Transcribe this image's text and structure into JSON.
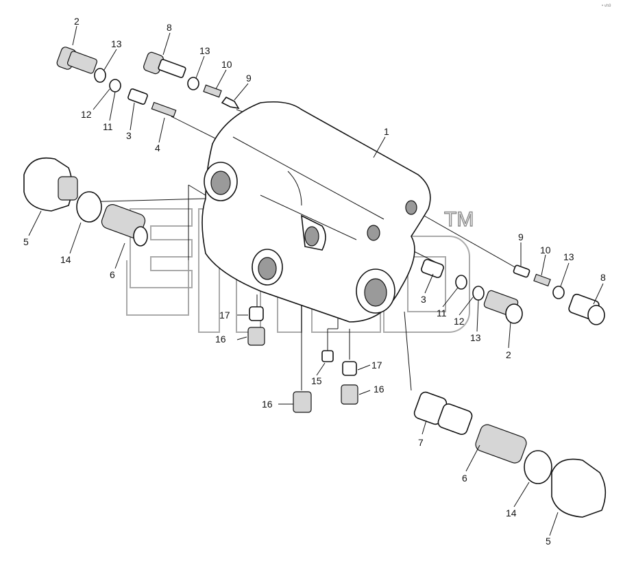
{
  "diagram": {
    "callouts": [
      {
        "id": "c1",
        "text": "1"
      },
      {
        "id": "c2a",
        "text": "2"
      },
      {
        "id": "c8a",
        "text": "8"
      },
      {
        "id": "c13a",
        "text": "13"
      },
      {
        "id": "c13b",
        "text": "13"
      },
      {
        "id": "c10a",
        "text": "10"
      },
      {
        "id": "c9a",
        "text": "9"
      },
      {
        "id": "c12a",
        "text": "12"
      },
      {
        "id": "c11a",
        "text": "11"
      },
      {
        "id": "c3a",
        "text": "3"
      },
      {
        "id": "c4a",
        "text": "4"
      },
      {
        "id": "c5a",
        "text": "5"
      },
      {
        "id": "c14a",
        "text": "14"
      },
      {
        "id": "c6a",
        "text": "6"
      },
      {
        "id": "c17a",
        "text": "17"
      },
      {
        "id": "c16a",
        "text": "16"
      },
      {
        "id": "c15a",
        "text": "15"
      },
      {
        "id": "c17b",
        "text": "17"
      },
      {
        "id": "c16b",
        "text": "16"
      },
      {
        "id": "c16c",
        "text": "16"
      },
      {
        "id": "c9b",
        "text": "9"
      },
      {
        "id": "c10b",
        "text": "10"
      },
      {
        "id": "c13c",
        "text": "13"
      },
      {
        "id": "c8b",
        "text": "8"
      },
      {
        "id": "c3b",
        "text": "3"
      },
      {
        "id": "c11b",
        "text": "11"
      },
      {
        "id": "c12b",
        "text": "12"
      },
      {
        "id": "c13d",
        "text": "13"
      },
      {
        "id": "c2b",
        "text": "2"
      },
      {
        "id": "c7a",
        "text": "7"
      },
      {
        "id": "c6b",
        "text": "6"
      },
      {
        "id": "c14b",
        "text": "14"
      },
      {
        "id": "c5b",
        "text": "5"
      }
    ],
    "watermark": {
      "tm": "TM"
    },
    "corner_mark": "• vh9"
  }
}
